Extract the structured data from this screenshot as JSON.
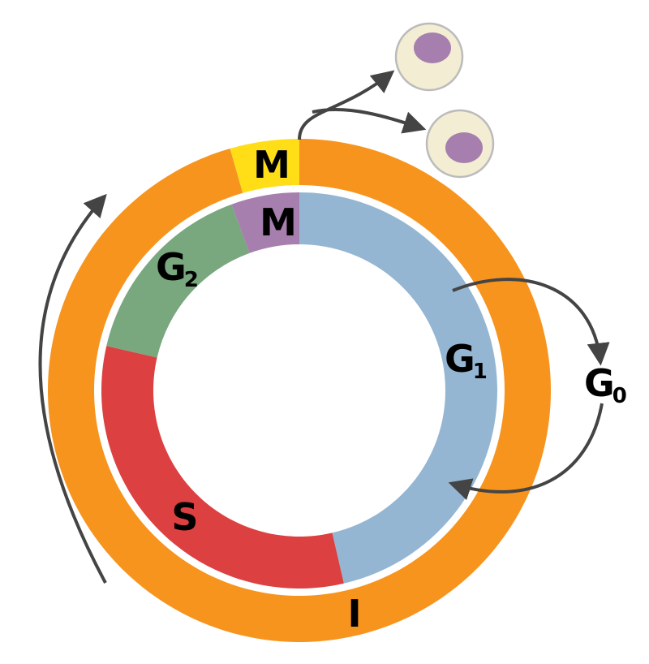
{
  "outer_ring": {
    "mitosis_label": "M",
    "interphase_label": "I"
  },
  "inner_ring": {
    "g1_label": "G",
    "g1_sub": "1",
    "s_label": "S",
    "g2_label": "G",
    "g2_sub": "2",
    "m_label": "M"
  },
  "g0": {
    "label": "G",
    "sub": "0"
  },
  "colors": {
    "interphase": "#f7941e",
    "mitosis_outer": "#ffde17",
    "g1": "#94b6d2",
    "s": "#dc4040",
    "g2": "#79a77e",
    "m_inner": "#a67fae",
    "cell_body": "#f3edd3",
    "cell_border": "#bbbbbb",
    "nucleus": "#a67fae",
    "arrow": "#444444"
  }
}
